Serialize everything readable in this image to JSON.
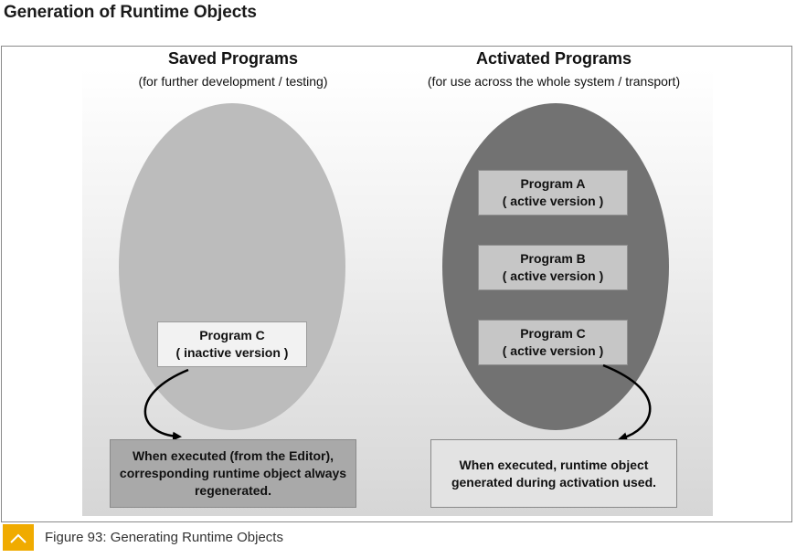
{
  "page_title": "Generation of Runtime Objects",
  "saved": {
    "title": "Saved Programs",
    "subtitle": "(for further development / testing)",
    "program": {
      "name": "Program C",
      "version": "( inactive version )"
    },
    "result": "When executed (from the Editor), corresponding runtime object always regenerated."
  },
  "activated": {
    "title": "Activated Programs",
    "subtitle": "(for use across the whole system / transport)",
    "programs": [
      {
        "name": "Program A",
        "version": "( active version )"
      },
      {
        "name": "Program B",
        "version": "( active version )"
      },
      {
        "name": "Program C",
        "version": "( active version )"
      }
    ],
    "result": "When executed, runtime object generated during activation used."
  },
  "caption": {
    "icon": "chevron-up-icon",
    "text": "Figure 93: Generating Runtime Objects"
  },
  "colors": {
    "accent": "#f0ab00",
    "saved_ellipse": "#bcbcbc",
    "active_ellipse": "#727272"
  }
}
